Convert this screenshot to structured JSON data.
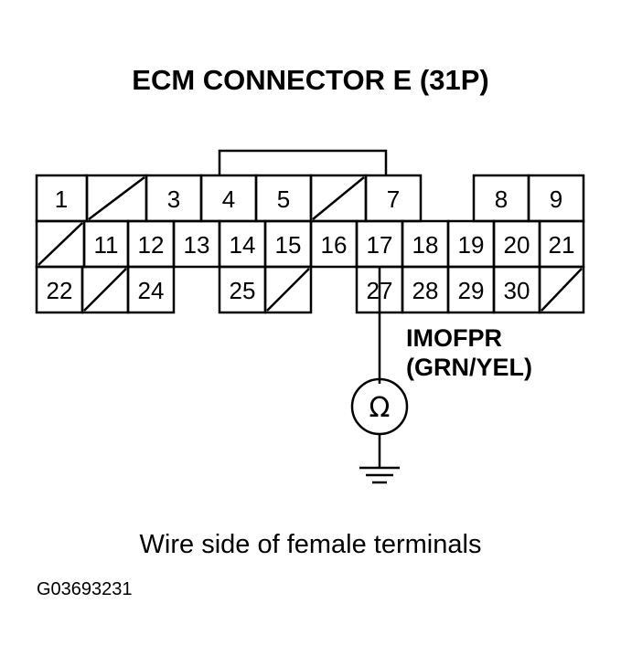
{
  "title": "ECM CONNECTOR E (31P)",
  "caption": "Wire side of female terminals",
  "figure_id": "G03693231",
  "probe": {
    "terminal": "27",
    "signal": "IMOFPR",
    "wire_color": "(GRN/YEL)",
    "meter_symbol": "Ω",
    "meter": "ohmmeter-icon",
    "ground": "ground-icon"
  },
  "connector": {
    "row1": [
      "1",
      "",
      "3",
      "4",
      "5",
      "",
      "7",
      "8",
      "9"
    ],
    "row2": [
      "",
      "11",
      "12",
      "13",
      "14",
      "15",
      "16",
      "17",
      "18",
      "19",
      "20",
      "21"
    ],
    "row3": [
      "22",
      "",
      "24",
      "25",
      "",
      "27",
      "28",
      "29",
      "30",
      ""
    ]
  }
}
